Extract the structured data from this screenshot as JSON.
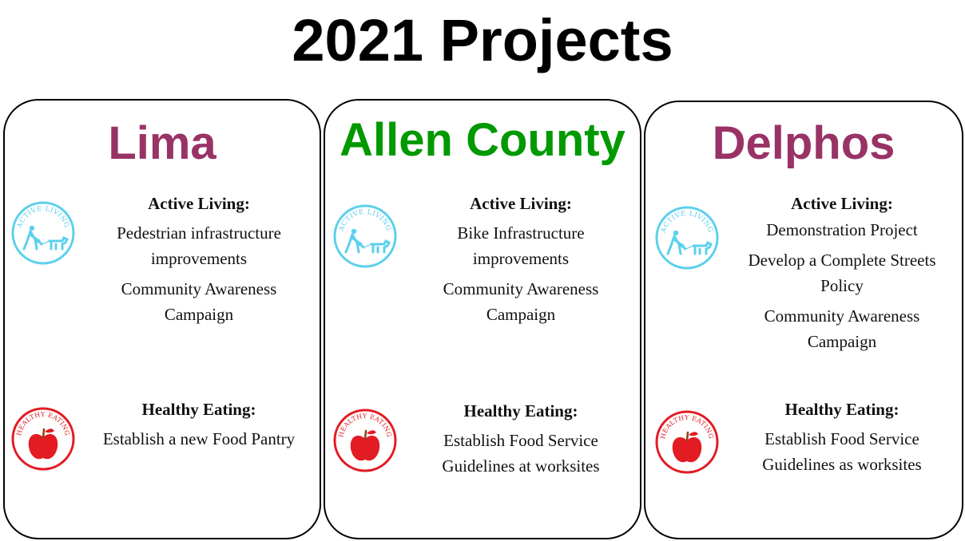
{
  "page_title": "2021 Projects",
  "colors": {
    "lima": "#993366",
    "allen": "#009900",
    "delphos": "#993366",
    "active_badge": "#5bd0ec",
    "healthy_badge": "#e31b23"
  },
  "badges": {
    "active": "ACTIVE LIVING",
    "healthy": "HEALTHY EATING"
  },
  "cards": [
    {
      "title": "Lima",
      "active_heading": "Active Living:",
      "active_items": [
        "Pedestrian infrastructure improvements",
        "Community Awareness Campaign"
      ],
      "healthy_heading": "Healthy Eating:",
      "healthy_items": [
        "Establish a new Food Pantry"
      ]
    },
    {
      "title": "Allen County",
      "active_heading": "Active Living:",
      "active_items": [
        "Bike Infrastructure improvements",
        "Community Awareness Campaign"
      ],
      "healthy_heading": "Healthy Eating:",
      "healthy_items": [
        "Establish Food Service Guidelines at worksites"
      ]
    },
    {
      "title": "Delphos",
      "active_heading": "Active Living:",
      "active_items": [
        "Demonstration Project",
        "Develop a Complete Streets Policy",
        "Community Awareness Campaign"
      ],
      "healthy_heading": "Healthy Eating:",
      "healthy_items": [
        "Establish Food Service Guidelines as worksites"
      ]
    }
  ]
}
